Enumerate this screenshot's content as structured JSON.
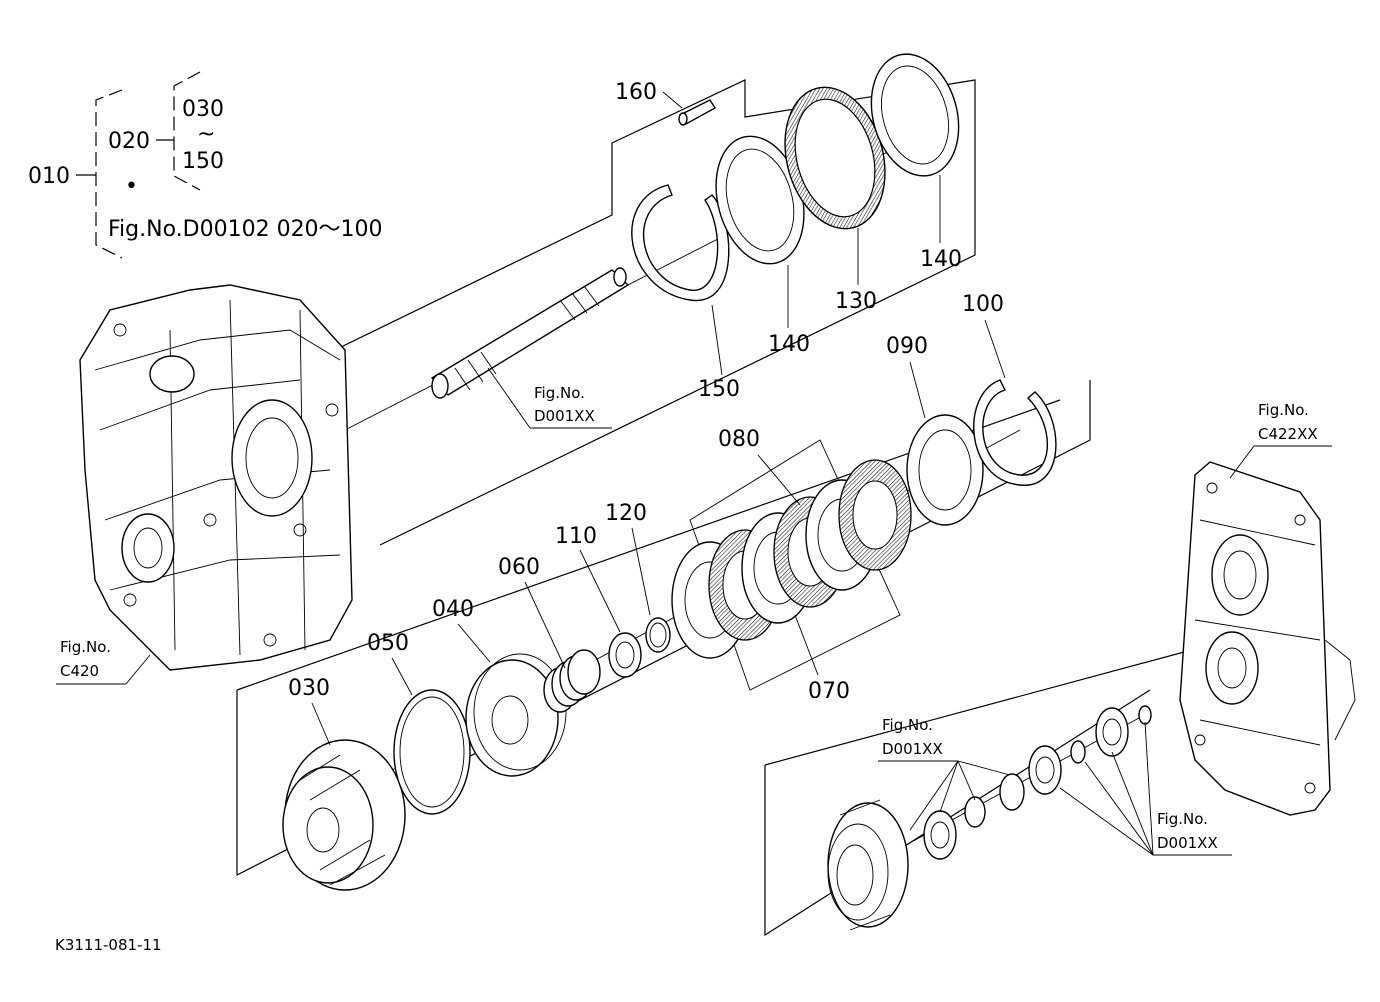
{
  "tree": {
    "top": "010",
    "mid": "020",
    "range_start": "030",
    "range_tilde": "~",
    "range_end": "150",
    "dot": "•",
    "ref_text": "Fig.No.D00102  020～100"
  },
  "callouts": [
    {
      "id": "160",
      "text": "160"
    },
    {
      "id": "150",
      "text": "150"
    },
    {
      "id": "140a",
      "text": "140"
    },
    {
      "id": "130",
      "text": "130"
    },
    {
      "id": "140b",
      "text": "140"
    },
    {
      "id": "100",
      "text": "100"
    },
    {
      "id": "090",
      "text": "090"
    },
    {
      "id": "080",
      "text": "080"
    },
    {
      "id": "070",
      "text": "070"
    },
    {
      "id": "120",
      "text": "120"
    },
    {
      "id": "110",
      "text": "110"
    },
    {
      "id": "060",
      "text": "060"
    },
    {
      "id": "040",
      "text": "040"
    },
    {
      "id": "050",
      "text": "050"
    },
    {
      "id": "030",
      "text": "030"
    }
  ],
  "figrefs": [
    {
      "id": "shaft",
      "l1": "Fig.No.",
      "l2": "D001XX"
    },
    {
      "id": "housing",
      "l1": "Fig.No.",
      "l2": "C420"
    },
    {
      "id": "cover",
      "l1": "Fig.No.",
      "l2": "C422XX"
    },
    {
      "id": "gear",
      "l1": "Fig.No.",
      "l2": "D001XX"
    },
    {
      "id": "bearings",
      "l1": "Fig.No.",
      "l2": "D001XX"
    }
  ],
  "footer_code": "K3111-081-11"
}
